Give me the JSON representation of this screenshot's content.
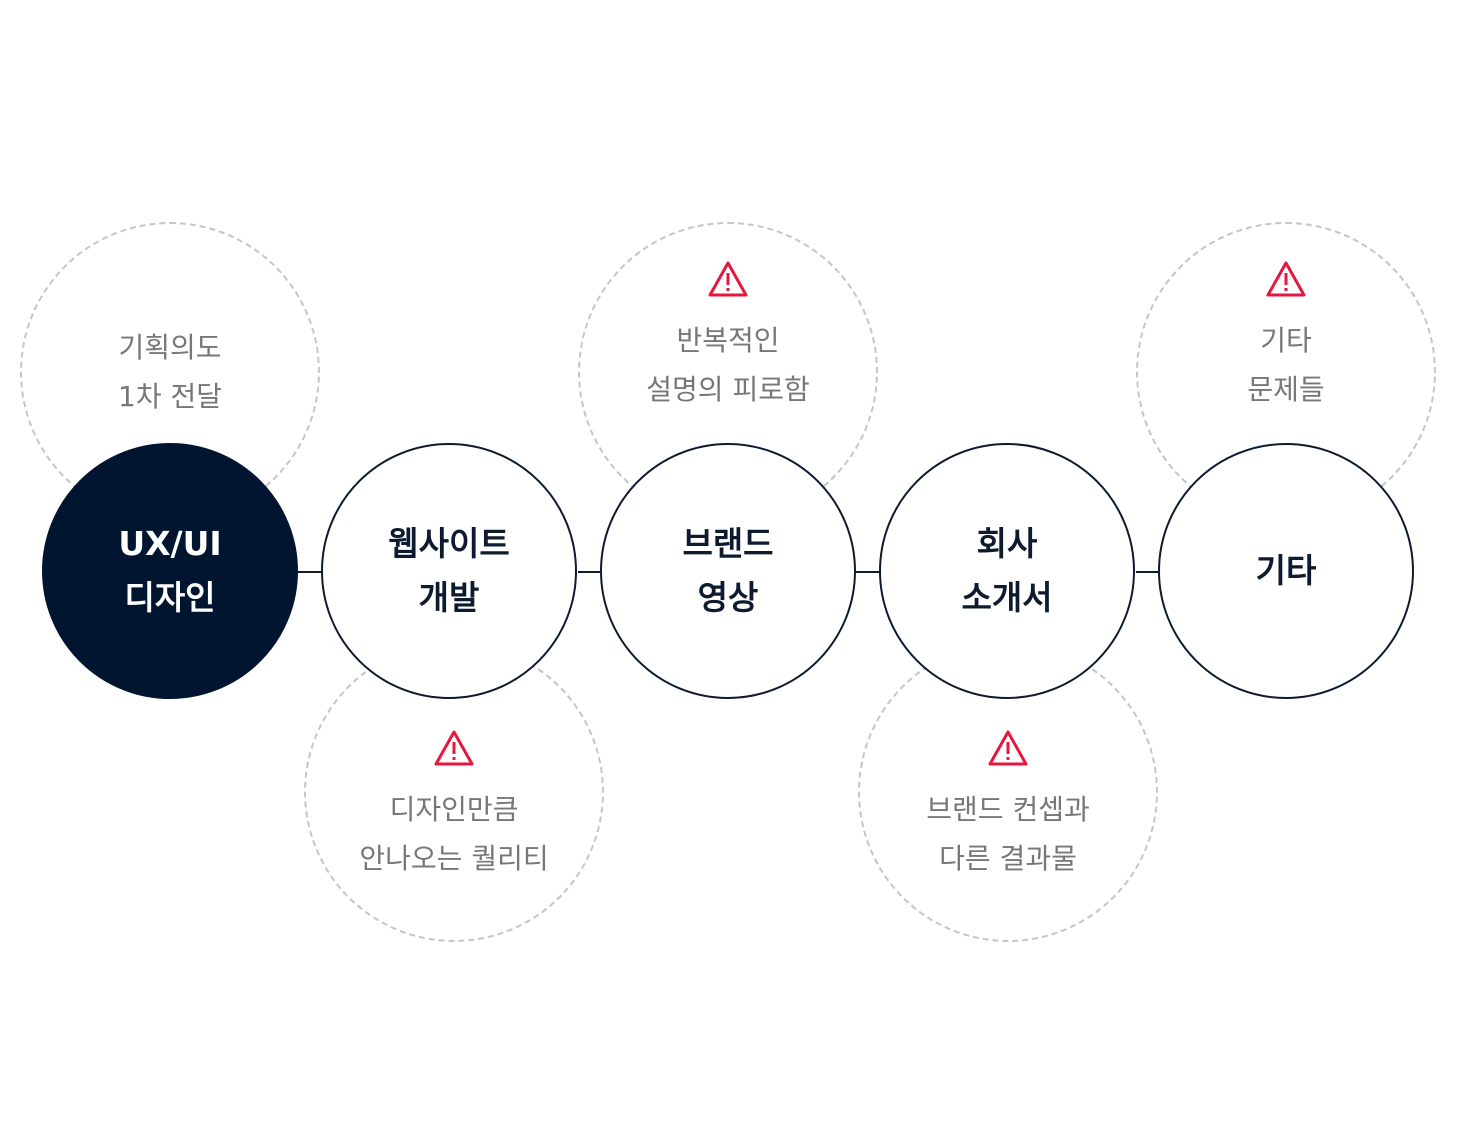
{
  "accent_color": "#e4173f",
  "primary_color": "#021530",
  "steps": [
    {
      "line1": "UX/UI",
      "line2": "디자인",
      "active": true
    },
    {
      "line1": "웹사이트",
      "line2": "개발"
    },
    {
      "line1": "브랜드",
      "line2": "영상"
    },
    {
      "line1": "회사",
      "line2": "소개서"
    },
    {
      "line1": "기타",
      "line2": ""
    }
  ],
  "notes": {
    "design_intent": {
      "line1": "기획의도",
      "line2": "1차 전달",
      "icon": null
    },
    "web_quality": {
      "line1": "디자인만큼",
      "line2": "안나오는 퀄리티",
      "icon": "warning-icon"
    },
    "video_fatigue": {
      "line1": "반복적인",
      "line2": "설명의 피로함",
      "icon": "warning-icon"
    },
    "brochure_concept": {
      "line1": "브랜드 컨셉과",
      "line2": "다른 결과물",
      "icon": "warning-icon"
    },
    "etc_problems": {
      "line1": "기타",
      "line2": "문제들",
      "icon": "warning-icon"
    }
  }
}
